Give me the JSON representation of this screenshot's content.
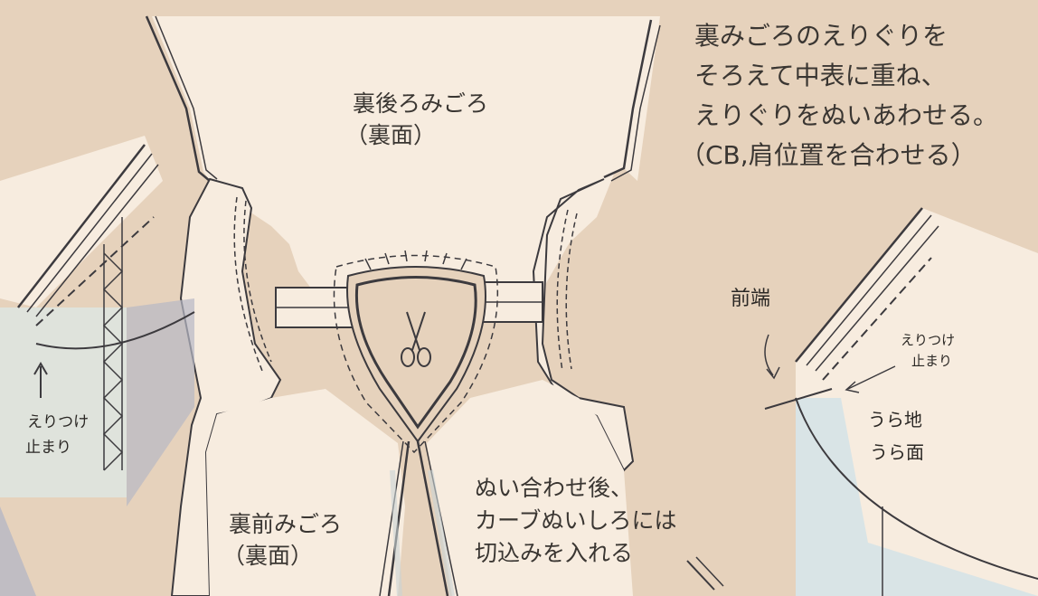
{
  "labels": {
    "back_bodice_title": "裏後ろみごろ",
    "back_bodice_sub": "（裏面）",
    "front_bodice_title": "裏前みごろ",
    "front_bodice_sub": "（裏面）"
  },
  "instructions": {
    "main": [
      "裏みごろのえりぐりを",
      "そろえて中表に重ね、",
      "えりぐりをぬいあわせる。",
      "（CB,肩位置を合わせる）"
    ],
    "after": [
      "ぬい合わせ後、",
      "カーブぬいしろには",
      "切込みを入れる"
    ]
  },
  "left_detail": {
    "note": [
      "えりつけ",
      "止まり"
    ]
  },
  "right_detail": {
    "front_edge": "前端",
    "stop_point": [
      "えりつけ",
      "止まり"
    ],
    "lining": [
      "うら地",
      "うら面"
    ]
  },
  "icons": {
    "scissors": "scissors-icon"
  },
  "colors": {
    "background": "#e6d2bc",
    "fabric": "#f7ecdf",
    "lining_blue": "#d9e4e6",
    "shadow_gray": "#b6b8c4",
    "line": "#3c3a3e"
  }
}
